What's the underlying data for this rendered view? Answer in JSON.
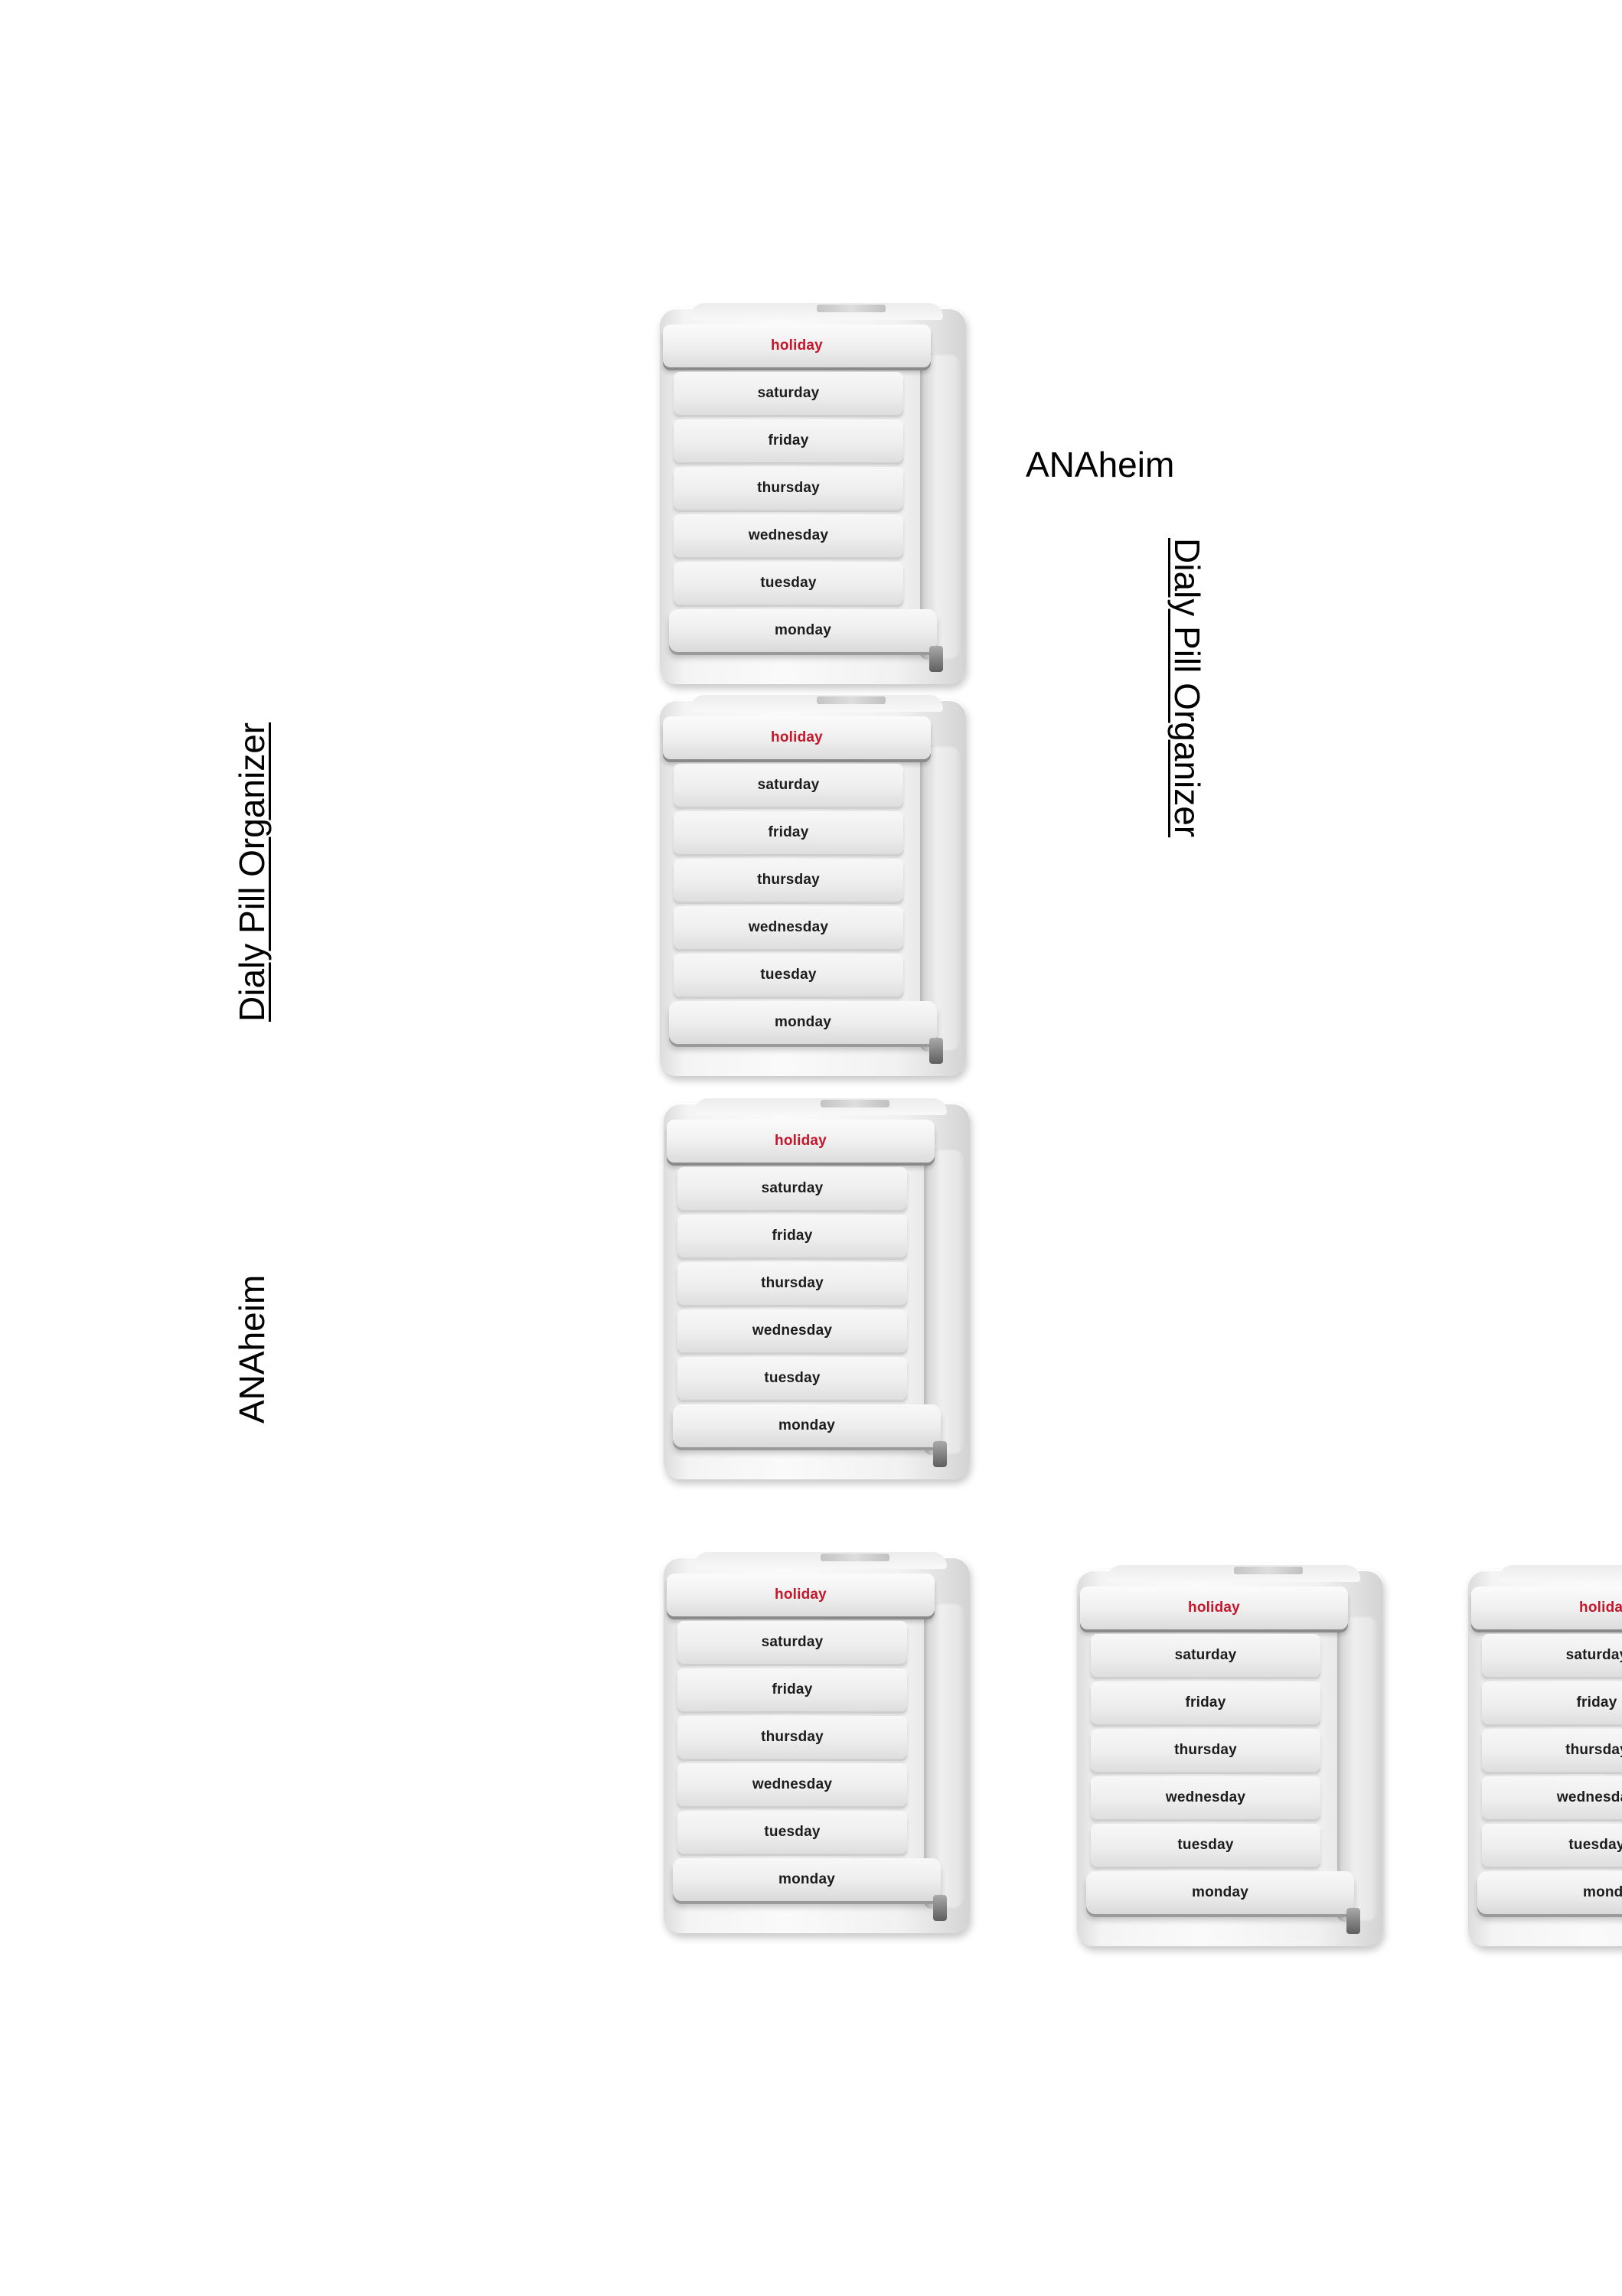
{
  "labels": {
    "left_title": "Dialy Pill Organizer",
    "left_brand": "ANAheim",
    "right_brand": "ANAheim",
    "right_title": "Dialy Pill Organizer"
  },
  "organizer": {
    "compartments": [
      "holiday",
      "saturday",
      "friday",
      "thursday",
      "wednesday",
      "tuesday",
      "monday"
    ],
    "holiday_color": "#c4172b",
    "text_color": "#1c1c1c"
  },
  "organizers": [
    {
      "id": "organizer-1"
    },
    {
      "id": "organizer-2"
    },
    {
      "id": "organizer-3"
    },
    {
      "id": "organizer-4"
    },
    {
      "id": "organizer-5"
    },
    {
      "id": "organizer-6"
    }
  ]
}
